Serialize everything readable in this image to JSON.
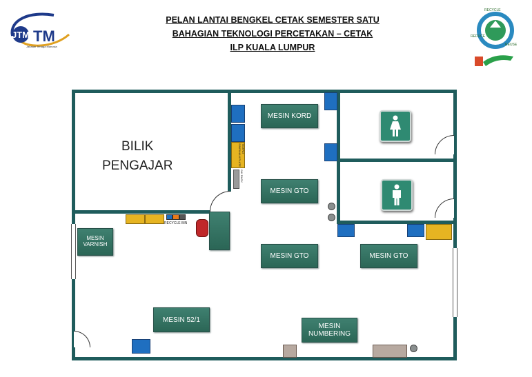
{
  "header": {
    "line1": "PELAN LANTAI BENGKEL CETAK SEMESTER SATU",
    "line2": "BAHAGIAN TEKNOLOGI PERCETAKAN – CETAK",
    "line3": "ILP KUALA LUMPUR"
  },
  "logo_left": {
    "mark": "JTM",
    "subtitle": "Jabatan Tenaga Manusia"
  },
  "logo_right": {
    "recycle": "RECYCLE",
    "reuse": "REUSE",
    "reduce": "REDUCE"
  },
  "rooms": {
    "office": "BILIK PENGAJAR",
    "office_line1": "BILIK",
    "office_line2": "PENGAJAR"
  },
  "machines": {
    "kord": "MESIN KORD",
    "gto_1": "MESIN GTO",
    "gto_2": "MESIN GTO",
    "gto_3": "MESIN GTO",
    "varnish_line1": "MESIN",
    "varnish_line2": "VARNISH",
    "m52": "MESIN 52/1",
    "numbering_line1": "MESIN",
    "numbering_line2": "NUMBERING"
  },
  "labels": {
    "recycle_bin": "RECYCLE BIN",
    "rack": "TEMPAT SIMPANAN PLATE",
    "ink": "INK RACK"
  },
  "colors": {
    "wall": "#1f5c5c",
    "machine": "#2f6e5f",
    "blue_bin": "#1f6fc0",
    "yellow_bin": "#e6b422",
    "chair": "#c0282a"
  },
  "icons": {
    "female_toilet": "female-toilet-icon",
    "male_toilet": "male-toilet-icon"
  }
}
